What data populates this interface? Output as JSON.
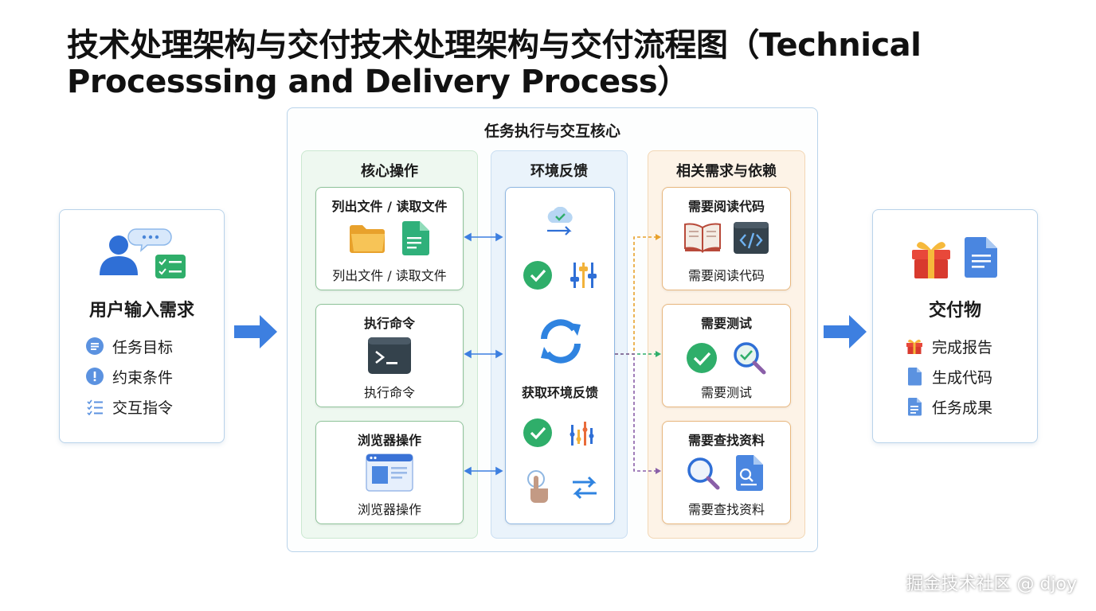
{
  "title": "技术处理架构与交付技术处理架构与交付流程图（Technical Processsing and Delivery Process）",
  "input": {
    "title": "用户输入需求",
    "items": [
      {
        "label": "任务目标",
        "icon": "document-icon"
      },
      {
        "label": "约束条件",
        "icon": "exclamation-icon"
      },
      {
        "label": "交互指令",
        "icon": "checklist-icon"
      }
    ]
  },
  "core": {
    "title": "任务执行与交互核心",
    "ops": {
      "title": "核心操作",
      "cards": [
        {
          "title": "列出文件 / 读取文件",
          "sub": "列出文件 / 读取文件"
        },
        {
          "title": "执行命令",
          "sub": "执行命令"
        },
        {
          "title": "浏览器操作",
          "sub": "浏览器操作"
        }
      ]
    },
    "env": {
      "title": "环境反馈",
      "center_label": "获取环境反馈"
    },
    "deps": {
      "title": "相关需求与依赖",
      "cards": [
        {
          "title": "需要阅读代码",
          "sub": "需要阅读代码"
        },
        {
          "title": "需要测试",
          "sub": "需要测试"
        },
        {
          "title": "需要查找资料",
          "sub": "需要查找资料"
        }
      ]
    }
  },
  "output": {
    "title": "交付物",
    "items": [
      {
        "label": "完成报告",
        "icon": "gift-icon"
      },
      {
        "label": "生成代码",
        "icon": "file-icon"
      },
      {
        "label": "任务成果",
        "icon": "document-icon"
      }
    ]
  },
  "watermark": "掘金技术社区 @ djoy",
  "colors": {
    "accent_blue": "#3d7fe0",
    "ops_bg": "#eef8f0",
    "env_bg": "#eaf3fb",
    "deps_bg": "#fdf3e7"
  }
}
